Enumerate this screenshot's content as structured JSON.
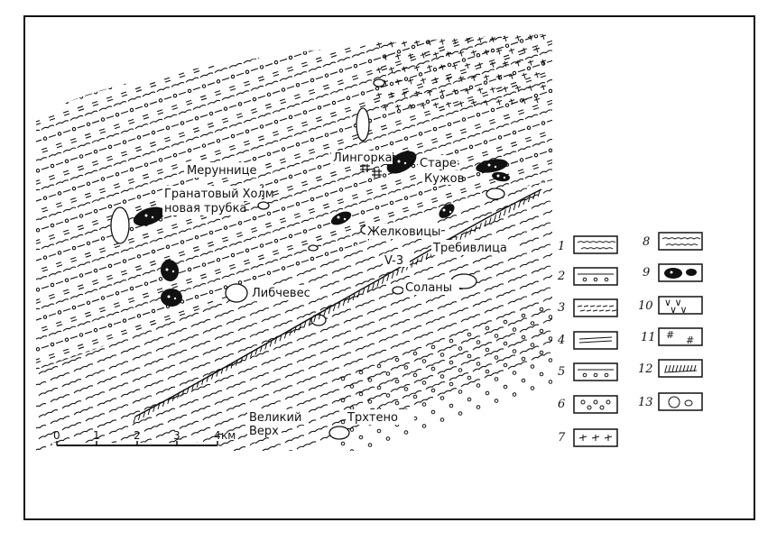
{
  "places": [
    {
      "id": "merunice",
      "label": "Меруннице"
    },
    {
      "id": "granatovy",
      "label": "Гранатовый Холм"
    },
    {
      "id": "novaya",
      "label": "новая трубка"
    },
    {
      "id": "lingorka",
      "label": "Лингорка"
    },
    {
      "id": "stare",
      "label": "Старе"
    },
    {
      "id": "kuzhov",
      "label": "Кужов"
    },
    {
      "id": "zhelkovicy",
      "label": "Желковицы"
    },
    {
      "id": "trebivlica",
      "label": "Требивлица"
    },
    {
      "id": "v3",
      "label": "V-3"
    },
    {
      "id": "libcheves",
      "label": "Либчевес"
    },
    {
      "id": "solany",
      "label": "Соланы"
    },
    {
      "id": "veliky",
      "label": "Великий"
    },
    {
      "id": "verh",
      "label": "Верх"
    },
    {
      "id": "trhteno",
      "label": "Трхтено"
    }
  ],
  "scale": {
    "ticks": [
      "0",
      "1",
      "2",
      "3",
      "4"
    ],
    "unit": "км"
  },
  "legend": [
    {
      "num": "1",
      "pattern": "wavy"
    },
    {
      "num": "2",
      "pattern": "dash-circle"
    },
    {
      "num": "3",
      "pattern": "dashes"
    },
    {
      "num": "4",
      "pattern": "double-lines"
    },
    {
      "num": "5",
      "pattern": "circle-dash-double"
    },
    {
      "num": "6",
      "pattern": "circles"
    },
    {
      "num": "7",
      "pattern": "crosses"
    },
    {
      "num": "8",
      "pattern": "wavy-sparse"
    },
    {
      "num": "9",
      "pattern": "black-pods"
    },
    {
      "num": "10",
      "pattern": "v-marks"
    },
    {
      "num": "11",
      "pattern": "hash-marks"
    },
    {
      "num": "12",
      "pattern": "hatch-line"
    },
    {
      "num": "13",
      "pattern": "outlines"
    }
  ]
}
